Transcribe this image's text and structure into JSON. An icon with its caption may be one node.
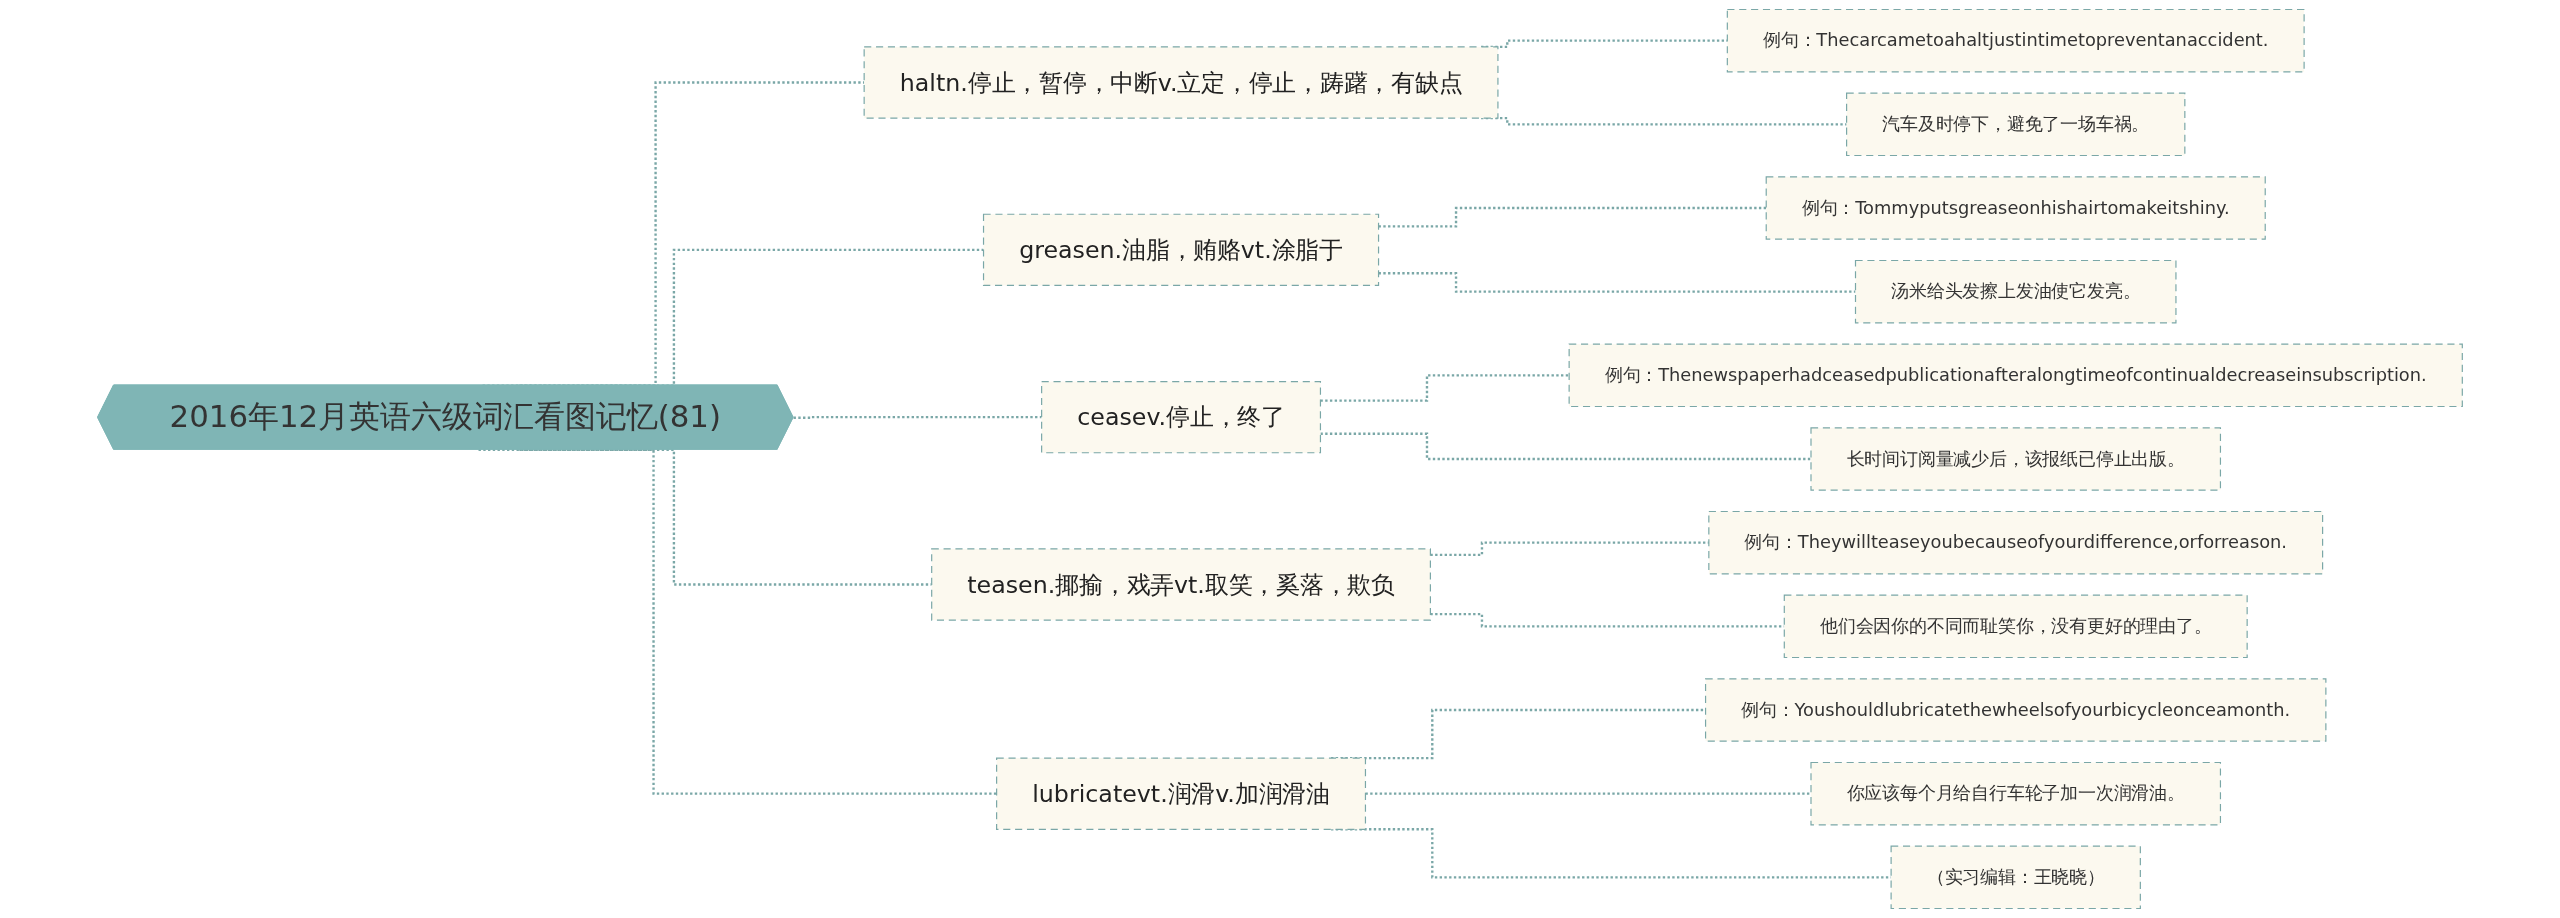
{
  "diagram": {
    "nodes": [
      {
        "text": [
          "2016年12月英语六级词汇看图记忆(81)"
        ]
      },
      {
        "text": [
          "haltn.停止，暂停，中断v.立定，停止，踌躇，有缺点"
        ]
      },
      {
        "text": [
          "例句：Thecarcametoahaltjustintimetopreventanaccident."
        ]
      },
      {
        "text": [
          "汽车及时停下，避免了一场车祸。"
        ]
      },
      {
        "text": [
          "greasen.油脂，贿赂vt.涂脂于"
        ]
      },
      {
        "text": [
          "例句：Tommyputsgreaseonhishairtomakeitshiny."
        ]
      },
      {
        "text": [
          "汤米给头发擦上发油使它发亮。"
        ]
      },
      {
        "text": [
          "ceasev.停止，终了"
        ]
      },
      {
        "text": [
          "例句：Thenewspaperhadceasedpublicationafteralongtimeofcontinualdecreaseinsubscription."
        ]
      },
      {
        "text": [
          "长时间订阅量减少后，该报纸已停止出版。"
        ]
      },
      {
        "text": [
          "teasen.揶揄，戏弄vt.取笑，奚落，欺负"
        ]
      },
      {
        "text": [
          "例句：Theywillteaseyoubecauseofyourdifference,orforreason."
        ]
      },
      {
        "text": [
          "他们会因你的不同而耻笑你，没有更好的理由了。"
        ]
      },
      {
        "text": [
          "lubricatevt.润滑v.加润滑油"
        ]
      },
      {
        "text": [
          "例句：Youshouldlubricatethewheelsofyourbicycleonceamonth."
        ]
      },
      {
        "text": [
          "你应该每个月给自行车轮子加一次润滑油。"
        ]
      },
      {
        "text": [
          "（实习编辑：王晓晓）"
        ]
      }
    ],
    "edges": [
      {
        "from": 0,
        "to": 1,
        "arrow": "none",
        "style": "dashed"
      },
      {
        "from": 1,
        "to": 2,
        "arrow": "none",
        "style": "dashed"
      },
      {
        "from": 1,
        "to": 3,
        "arrow": "none",
        "style": "dashed"
      },
      {
        "from": 0,
        "to": 4,
        "arrow": "none",
        "style": "dashed"
      },
      {
        "from": 4,
        "to": 5,
        "arrow": "none",
        "style": "dashed"
      },
      {
        "from": 4,
        "to": 6,
        "arrow": "none",
        "style": "dashed"
      },
      {
        "from": 0,
        "to": 7,
        "arrow": "none",
        "style": "dashed"
      },
      {
        "from": 7,
        "to": 8,
        "arrow": "none",
        "style": "dashed"
      },
      {
        "from": 7,
        "to": 9,
        "arrow": "none",
        "style": "dashed"
      },
      {
        "from": 0,
        "to": 10,
        "arrow": "none",
        "style": "dashed"
      },
      {
        "from": 10,
        "to": 11,
        "arrow": "none",
        "style": "dashed"
      },
      {
        "from": 10,
        "to": 12,
        "arrow": "none",
        "style": "dashed"
      },
      {
        "from": 0,
        "to": 13,
        "arrow": "none",
        "style": "dashed"
      },
      {
        "from": 13,
        "to": 14,
        "arrow": "none",
        "style": "dashed"
      },
      {
        "from": 13,
        "to": 15,
        "arrow": "none",
        "style": "dashed"
      },
      {
        "from": 13,
        "to": 16,
        "arrow": "none",
        "style": "dashed"
      }
    ]
  }
}
